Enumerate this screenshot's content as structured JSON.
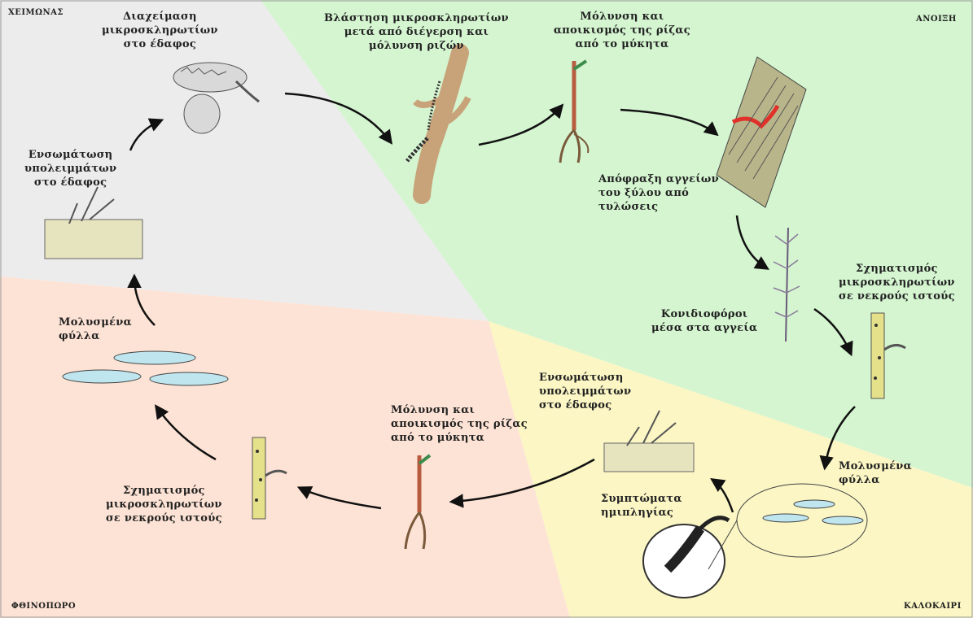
{
  "seasons": {
    "winter": "ΧΕΙΜΩΝΑΣ",
    "spring": "ΑΝΟΙΞΗ",
    "summer": "ΚΑΛΟΚΑΙΡΙ",
    "autumn": "ΦΘΙΝΟΠΩΡΟ"
  },
  "colors": {
    "winter": "#ececec",
    "spring": "#d4f5d0",
    "summer": "#fbf6c4",
    "autumn": "#fde3d5"
  },
  "labels": {
    "overwintering": "Διαχείμαση\nμικροσκληρωτίων\nστο έδαφος",
    "germination": "Βλάστηση μικροσκληρωτίων\nμετά από διέγερση και\nμόλυνση ριζών",
    "infection_spring": "Μόλυνση και\nαποικισμός της ρίζας\nαπό το μύκητα",
    "vessel_blocking": "Απόφραξη αγγείων\nτου ξύλου από\nτυλώσεις",
    "conidiophores": "Κονιδιοφόροι\nμέσα στα αγγεία",
    "sclerotia_summer": "Σχηματισμός\nμικροσκληρωτίων\nσε νεκρούς ιστούς",
    "infected_leaves_summer": "Μολυσμένα\nφύλλα",
    "symptoms": "Συμπτώματα\nημιπληγίας",
    "incorporation_summer": "Ενσωμάτωση\nυπολειμμάτων\nστο έδαφος",
    "infection_autumn": "Μόλυνση και\nαποικισμός της ρίζας\nαπό το μύκητα",
    "sclerotia_autumn": "Σχηματισμός\nμικροσκληρωτίων\nσε νεκρούς ιστούς",
    "infected_leaves_autumn": "Μολυσμένα\nφύλλα",
    "incorporation_winter": "Ενσωμάτωση\nυπολειμμάτων\nστο έδαφος"
  }
}
